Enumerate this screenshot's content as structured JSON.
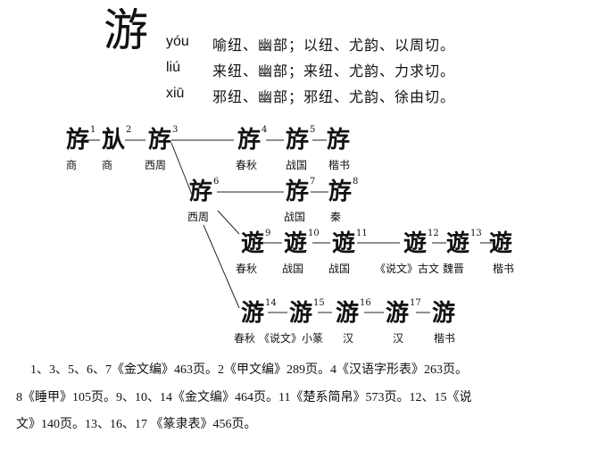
{
  "header": {
    "character": "游",
    "readings": [
      {
        "pinyin": "yóu",
        "fanqie": "喻纽、幽部；以纽、尤韵、以周切。"
      },
      {
        "pinyin": "liú",
        "fanqie": "来纽、幽部；来纽、尤韵、力求切。"
      },
      {
        "pinyin": "xiū",
        "fanqie": "邪纽、幽部；邪纽、尤韵、徐由切。"
      }
    ]
  },
  "forms": [
    {
      "num": "1",
      "glyph": "斿",
      "period": "商"
    },
    {
      "num": "2",
      "glyph": "㫃",
      "period": "商"
    },
    {
      "num": "3",
      "glyph": "斿",
      "period": "西周"
    },
    {
      "num": "4",
      "glyph": "斿",
      "period": "春秋"
    },
    {
      "num": "5",
      "glyph": "斿",
      "period": "战国"
    },
    {
      "num": "",
      "glyph": "斿",
      "period": "楷书"
    },
    {
      "num": "6",
      "glyph": "斿",
      "period": "西周"
    },
    {
      "num": "7",
      "glyph": "斿",
      "period": "战国"
    },
    {
      "num": "8",
      "glyph": "斿",
      "period": "秦"
    },
    {
      "num": "9",
      "glyph": "遊",
      "period": "春秋"
    },
    {
      "num": "10",
      "glyph": "遊",
      "period": "战国"
    },
    {
      "num": "11",
      "glyph": "遊",
      "period": "战国"
    },
    {
      "num": "12",
      "glyph": "遊",
      "period": "《说文》古文"
    },
    {
      "num": "13",
      "glyph": "遊",
      "period": "魏晋"
    },
    {
      "num": "",
      "glyph": "遊",
      "period": "楷书"
    },
    {
      "num": "14",
      "glyph": "游",
      "period": "春秋"
    },
    {
      "num": "15",
      "glyph": "游",
      "period": "《说文》小篆"
    },
    {
      "num": "16",
      "glyph": "游",
      "period": "汉"
    },
    {
      "num": "17",
      "glyph": "游",
      "period": "汉"
    },
    {
      "num": "",
      "glyph": "游",
      "period": "楷书"
    }
  ],
  "sources": [
    "1、3、5、6、7《金文编》463页。2《甲文编》289页。4《汉语字形表》263页。",
    "8《睡甲》105页。9、10、14《金文编》464页。11《楚系简帛》573页。12、15《说",
    "文》140页。13、16、17 《篆隶表》456页。"
  ]
}
